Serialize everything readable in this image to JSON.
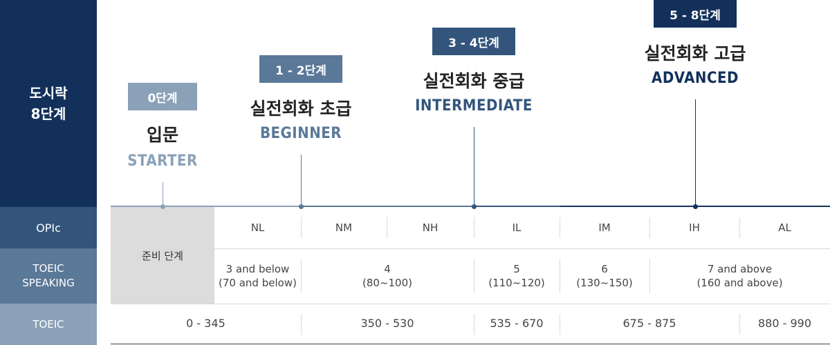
{
  "sidebar": {
    "title_line1": "도시락",
    "title_line2": "8단계",
    "rows": [
      "OPIc",
      "TOEIC",
      "SPEAKING",
      "TOEIC"
    ]
  },
  "stages": [
    {
      "badge": "0단계",
      "title": "입문",
      "subtitle": "STARTER",
      "color": "#8aa1b8"
    },
    {
      "badge": "1 - 2단계",
      "title": "실전회화 초급",
      "subtitle": "BEGINNER",
      "color": "#5a7898"
    },
    {
      "badge": "3 - 4단계",
      "title": "실전회화 중급",
      "subtitle": "INTERMEDIATE",
      "color": "#33557c"
    },
    {
      "badge": "5 - 8단계",
      "title": "실전회화 고급",
      "subtitle": "ADVANCED",
      "color": "#12305a"
    }
  ],
  "prep_label": "준비 단계",
  "opic_levels": [
    "NL",
    "NM",
    "NH",
    "IL",
    "IM",
    "IH",
    "AL"
  ],
  "toeic_speaking": [
    {
      "score": "3 and below",
      "range": "(70 and below)"
    },
    {
      "score": "4",
      "range": "(80~100)"
    },
    {
      "score": "5",
      "range": "(110~120)"
    },
    {
      "score": "6",
      "range": "(130~150)"
    },
    {
      "score": "7 and above",
      "range": "(160 and above)"
    }
  ],
  "toeic": [
    "0 - 345",
    "350 - 530",
    "535 - 670",
    "675 - 875",
    "880 - 990"
  ]
}
